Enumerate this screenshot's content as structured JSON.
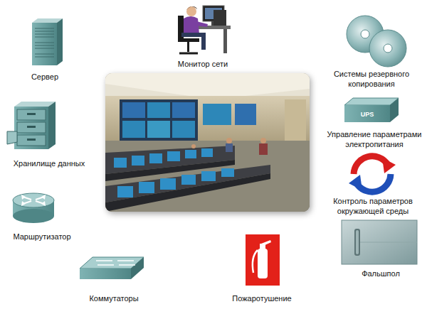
{
  "diagram": {
    "labels": [
      "Сервер",
      "Монитор сети",
      "Системы резервного копирования",
      "Хранилище данных",
      "UPS",
      "Управление параметрами электропитания",
      "Контроль параметров окружающей среды",
      "Маршрутизатор",
      "Фальшпол",
      "Коммутаторы",
      "Пожаротушение"
    ]
  }
}
